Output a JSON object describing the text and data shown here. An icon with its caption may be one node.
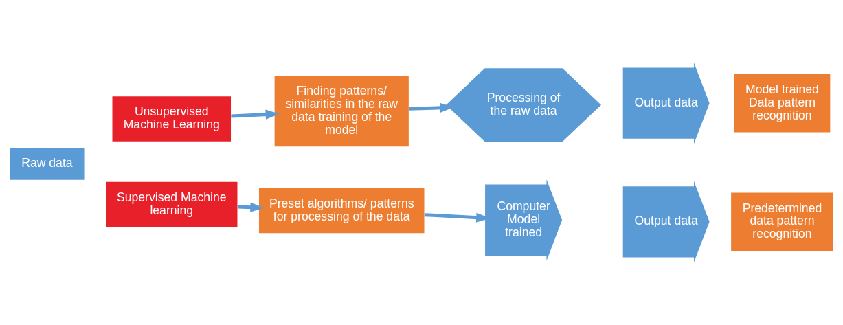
{
  "diagram": {
    "nodes": [
      {
        "text": [
          "Unsupervised Machine Learning"
        ]
      },
      {
        "text": [
          "Finding patterns/ similarities in the raw data training of the model"
        ]
      },
      {
        "text": [
          "Processing of the raw data"
        ]
      },
      {
        "text": [
          "Output data"
        ]
      },
      {
        "text": [
          "Model trained Data pattern recognition"
        ]
      },
      {
        "text": [
          "Raw data"
        ]
      },
      {
        "text": [
          "Supervised Machine learning"
        ]
      },
      {
        "text": [
          "Preset algorithms/ patterns for processing of the data"
        ]
      },
      {
        "text": [
          "Computer Model trained"
        ]
      },
      {
        "text": [
          "Output data"
        ]
      },
      {
        "text": [
          "Predetermined data pattern recognition"
        ]
      }
    ],
    "edges": [
      {
        "from": 0,
        "to": 1,
        "arrow": "to"
      },
      {
        "from": 1,
        "to": 2,
        "arrow": "to"
      },
      {
        "from": 6,
        "to": 7,
        "arrow": "to"
      },
      {
        "from": 7,
        "to": 8,
        "arrow": "to"
      }
    ]
  }
}
